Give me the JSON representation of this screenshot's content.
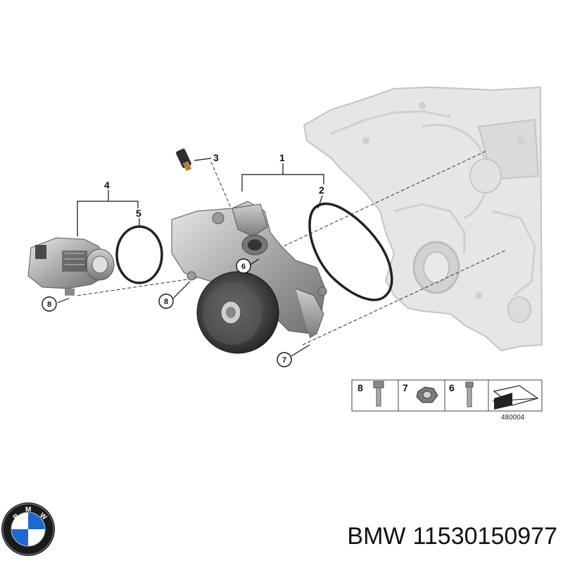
{
  "callouts": {
    "n1": "1",
    "n2": "2",
    "n3": "3",
    "n4": "4",
    "n5": "5",
    "n6": "6",
    "n7": "7",
    "n8a": "8",
    "n8b": "8"
  },
  "legend": {
    "items": [
      {
        "number": "8",
        "icon": "bolt-icon"
      },
      {
        "number": "7",
        "icon": "nut-icon"
      },
      {
        "number": "6",
        "icon": "screw-icon"
      }
    ],
    "direction_icon": "arrow-icon",
    "diagram_code": "480004"
  },
  "brand": {
    "logo_letters": "BMW",
    "colors": {
      "blue": "#1c69d4",
      "ring": "#1a1a1a",
      "white": "#ffffff"
    }
  },
  "caption": {
    "brand": "BMW",
    "part_number": "11530150977"
  }
}
